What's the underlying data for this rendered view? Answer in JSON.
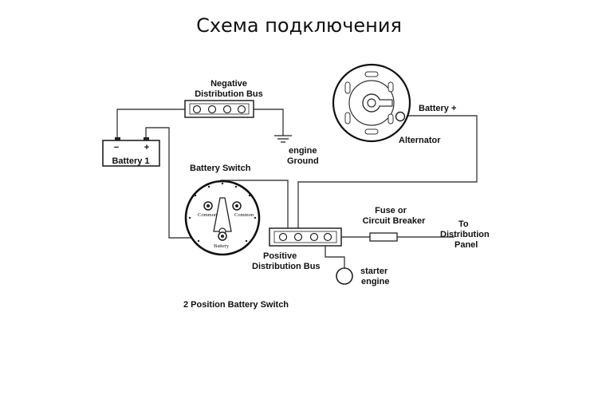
{
  "title": "Схема подключения",
  "caption": "2 Position Battery Switch",
  "labels": {
    "negative_bus": [
      "Negative",
      "Distribution Bus"
    ],
    "battery": "Battery 1",
    "battery_minus": "−",
    "battery_plus": "+",
    "engine_ground": [
      "engine",
      "Ground"
    ],
    "battery_switch": "Battery Switch",
    "switch_common_left": "Common",
    "switch_common_right": "Common",
    "switch_battery": "Battery",
    "alternator": "Alternator",
    "alternator_terminal": "Battery +",
    "fuse": [
      "Fuse or",
      "Circuit Breaker"
    ],
    "distribution_panel": [
      "To",
      "Distribution",
      "Panel"
    ],
    "positive_bus": [
      "Positive",
      "Distribution Bus"
    ],
    "starter": [
      "starter",
      "engine"
    ]
  }
}
